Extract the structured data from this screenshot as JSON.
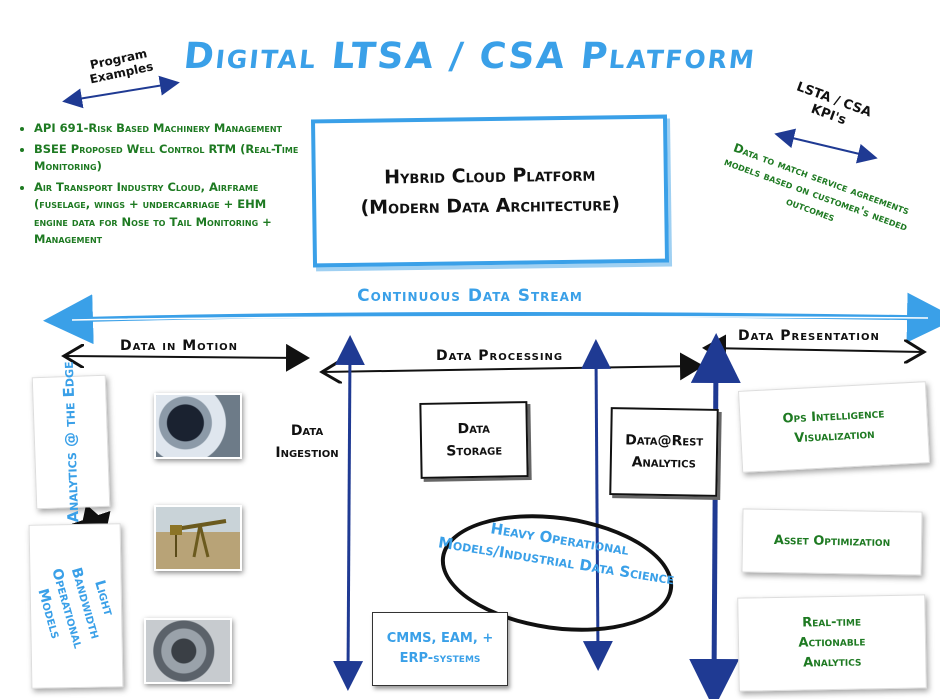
{
  "title": "Digital LTSA / CSA Platform",
  "program": {
    "label_line1": "Program",
    "label_line2": "Examples",
    "items": [
      "API 691-Risk Based Machinery Management",
      "BSEE Proposed Well Control RTM (Real-Time Monitoring)",
      "Air Transport Industry Cloud, Airframe (fuselage, wings + undercarriage + EHM engine data for Nose to Tail Monitoring + Management"
    ]
  },
  "hybrid": {
    "line1": "Hybrid Cloud Platform",
    "line2": "(Modern Data Architecture)"
  },
  "kpi": {
    "label_line1": "LSTA / CSA",
    "label_line2": "KPI's",
    "note": "Data to match service agreements models based on customer's needed outcomes"
  },
  "stream_label": "Continuous Data Stream",
  "flows": {
    "motion": "Data in Motion",
    "processing": "Data Processing",
    "presentation": "Data Presentation"
  },
  "edge": {
    "analytics_edge": "Analytics @ the Edge",
    "light_bandwidth": "Light Bandwidth Operational Models"
  },
  "processing": {
    "ingestion_line1": "Data",
    "ingestion_line2": "Ingestion",
    "storage_line1": "Data",
    "storage_line2": "Storage",
    "rest_line1": "Data@Rest",
    "rest_line2": "Analytics",
    "heavy": "Heavy Operational Models/Industrial Data Science",
    "cmms_line1": "CMMS, EAM, +",
    "cmms_line2": "ERP-systems"
  },
  "presentation": {
    "ops_line1": "Ops Intelligence",
    "ops_line2": "Visualization",
    "asset": "Asset Optimization",
    "realtime_line1": "Real-time",
    "realtime_line2": "Actionable",
    "realtime_line3": "Analytics"
  },
  "colors": {
    "accent_blue": "#3aa0e8",
    "navy": "#1f3a93",
    "green": "#1e7a22",
    "ink": "#111111"
  }
}
